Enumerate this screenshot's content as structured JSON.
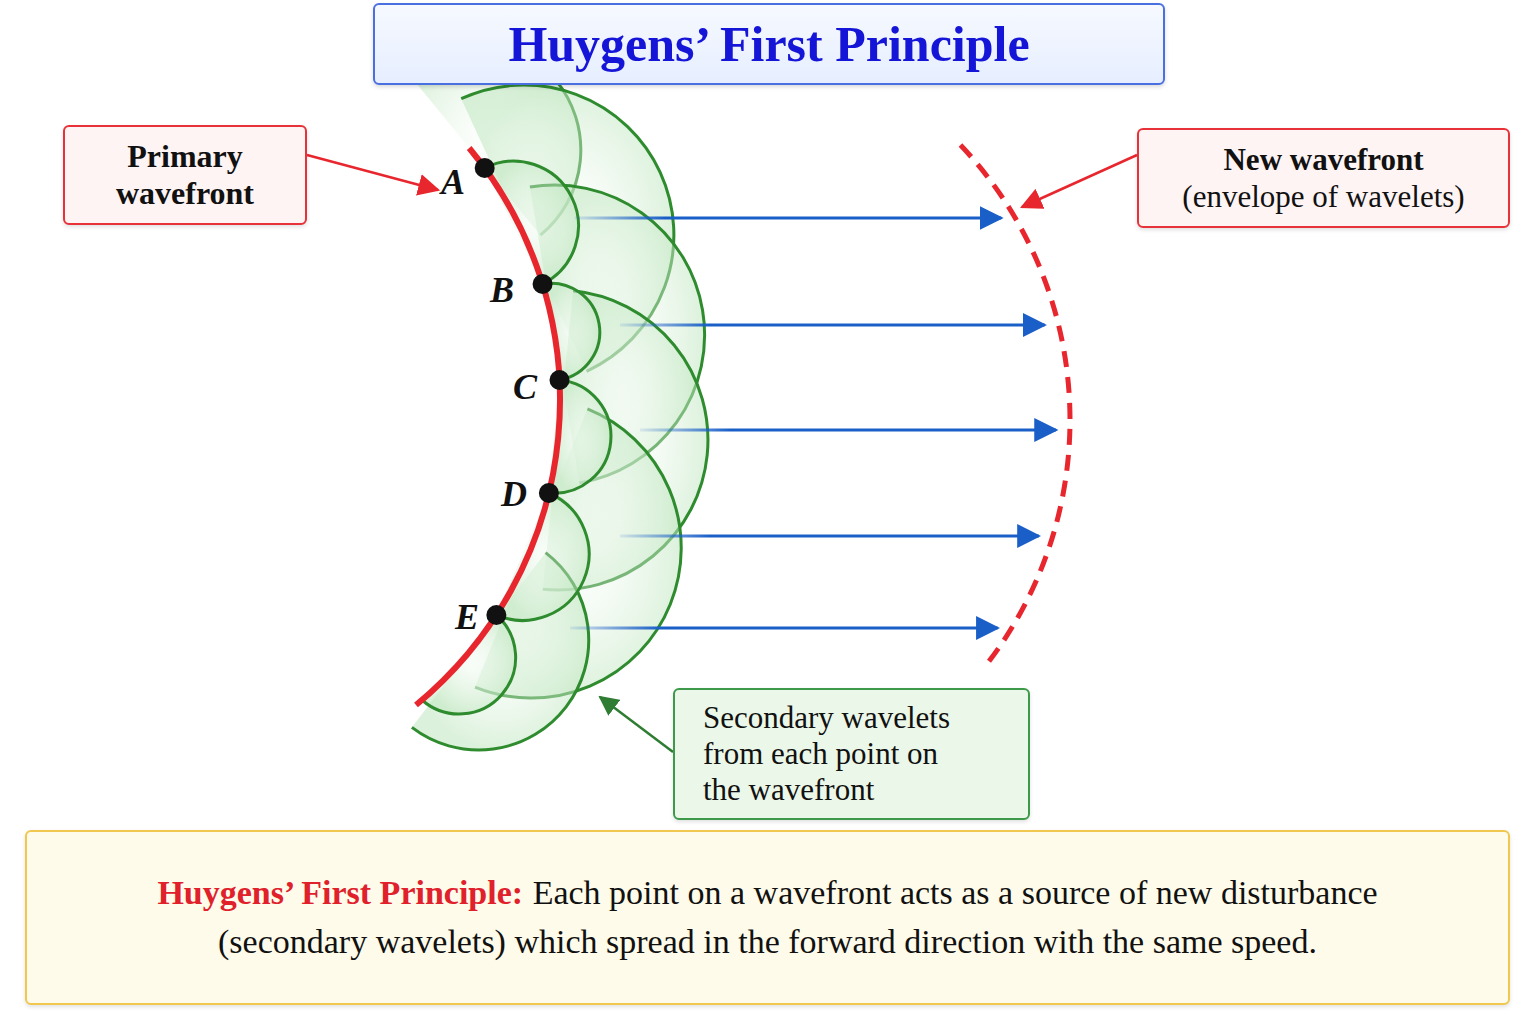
{
  "diagram": {
    "title": "Huygens’ First Principle",
    "nodes": [
      {
        "text": [
          "Primary wavefront"
        ]
      },
      {
        "text": [
          "New wavefront (envelope of wavelets)"
        ]
      },
      {
        "text": [
          "Secondary wavelets from each point on the wavefront"
        ]
      },
      {
        "text": [
          "Huygens’ First Principle:",
          "Each point on a wavefront acts as a source of new disturbance (secondary wavelets) which spread in the forward direction with the same speed."
        ]
      }
    ],
    "labels": [
      "A",
      "B",
      "C",
      "D",
      "E"
    ]
  }
}
